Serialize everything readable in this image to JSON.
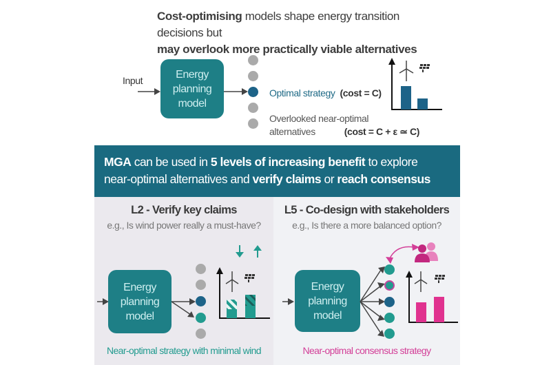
{
  "title": {
    "line1_bold": "Cost-optimising",
    "line1_rest": " models shape energy transition decisions but",
    "line2_bold": "may overlook more practically viable alternatives"
  },
  "top_diagram": {
    "input_label": "Input",
    "model_label_lines": [
      "Energy",
      "planning",
      "model"
    ],
    "optimal_label": "Optimal strategy",
    "optimal_cost": "(cost = C)",
    "alternatives_label_line1": "Overlooked near-optimal",
    "alternatives_label_line2": "alternatives",
    "alternatives_cost": "(cost = C + ε ≃ C)",
    "chart_icons": [
      "wind-turbine-icon",
      "solar-panel-icon"
    ]
  },
  "banner": {
    "b1": "MGA",
    "t1": " can be used in ",
    "b2": "5 levels of increasing benefit",
    "t2": " to explore",
    "t3": "near-optimal alternatives and ",
    "b3": "verify claims",
    "t4": " or ",
    "b4": "reach consensus"
  },
  "panels": [
    {
      "title": "L2 - Verify key claims",
      "subtitle": "e.g., Is wind power really a must-have?",
      "model_label_lines": [
        "Energy",
        "planning",
        "model"
      ],
      "caption": "Near-optimal strategy with minimal wind",
      "caption_color": "#229b8f"
    },
    {
      "title": "L5 - Co-design with stakeholders",
      "subtitle": "e.g., Is there a more balanced option?",
      "model_label_lines": [
        "Energy",
        "planning",
        "model"
      ],
      "caption": "Near-optimal consensus strategy",
      "caption_color": "#d33f98"
    }
  ],
  "colors": {
    "teal_box": "#1e7f86",
    "banner": "#1a6a80",
    "navy_dot": "#1d6388",
    "teal_dot": "#229b8f",
    "grey_dot": "#aaaaaa",
    "pink": "#d33f98",
    "panel_left_bg": "#ebe9ee",
    "panel_right_bg": "#f1f2f5"
  }
}
